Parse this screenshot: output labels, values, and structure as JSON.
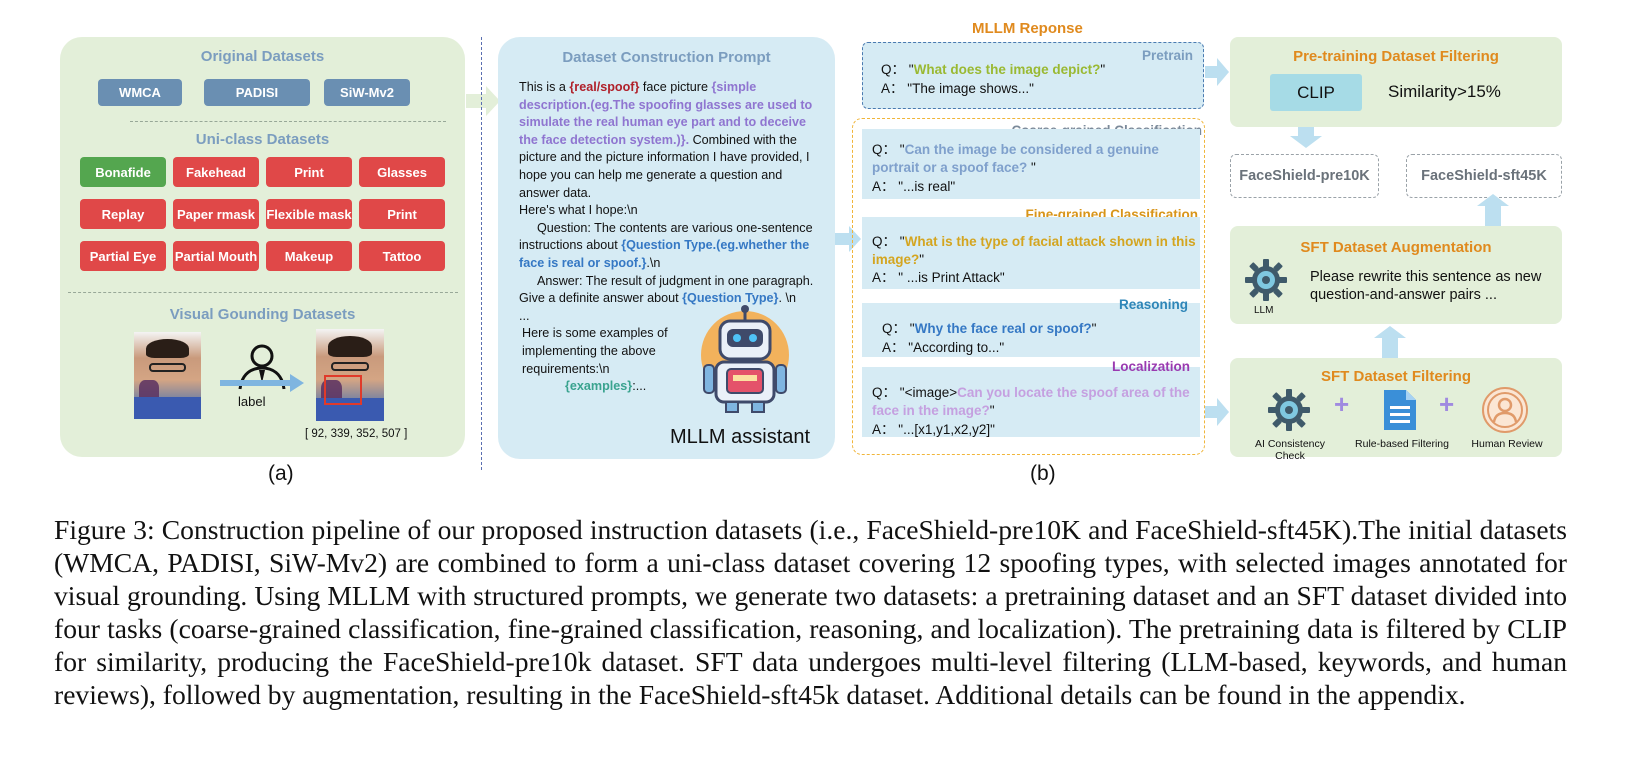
{
  "panel_a": {
    "original_title": "Original Datasets",
    "original_datasets": [
      "WMCA",
      "PADISI",
      "SiW-Mv2"
    ],
    "uni_title": "Uni-class Datasets",
    "uni_classes": [
      [
        "Bonafide",
        "Fakehead",
        "Print",
        "Glasses"
      ],
      [
        "Replay",
        "Paper rmask",
        "Flexible mask",
        "Print"
      ],
      [
        "Partial Eye",
        "Partial Mouth",
        "Makeup",
        "Tattoo"
      ]
    ],
    "grounding_title": "Visual Gounding Datasets",
    "arrow_label": "label",
    "bbox_text": "[ 92, 339, 352, 507 ]",
    "label": "(a)"
  },
  "prompt": {
    "title": "Dataset Construction Prompt",
    "line_1_prefix": "This is a ",
    "line_1_tag": "{real/spoof}",
    "line_1_mid": " face picture ",
    "line_1_desc": "{simple description.(eg.The spoofing glasses are used to simulate the real human eye part and to deceive the face detection system.)}.",
    "line_2": " Combined with the picture and the picture information I have provided, I hope you can help me generate a question and answer data.",
    "line_3": "Here's what I hope:\\n",
    "line_4": "Question: The contents are various one-sentence instructions about ",
    "line_4_type": "{Question Type.(eg.whether the face is real or spoof.}",
    "line_4_end": ".\\n",
    "line_5": "Answer: The result of judgment in one paragraph. Give a definite answer about ",
    "line_5_type": "{Question Type}",
    "line_5_end": ". \\n",
    "ellipsis": "...",
    "line_6": "Here is some examples of implementing the above requirements:\\n",
    "examples": "{examples}",
    "examples_end": ":...",
    "assistant_label": "MLLM assistant"
  },
  "panel_b": {
    "title": "MLLM Reponse",
    "pretrain": {
      "label": "Pretrain",
      "q_prefix": "Q：",
      "q_open": "\"",
      "q": "What does the image depict?",
      "q_close": "\"",
      "a_prefix": "A：",
      "a": "\"The image shows...\""
    },
    "coarse": {
      "label": "Coarse-grained Classification",
      "q_prefix": "Q：",
      "q_open": "\"",
      "q": "Can the image be considered a genuine portrait or a spoof face?",
      "q_close": " \"",
      "a_prefix": "A：",
      "a": "\"...is real\""
    },
    "fine": {
      "label": "Fine-grained Classification",
      "q_prefix": "Q：",
      "q_open": "\"",
      "q": "What is the type of facial attack shown in this image?",
      "q_close": "\"",
      "a_prefix": "A：",
      "a": "\" ...is Print Attack\""
    },
    "reasoning": {
      "label": "Reasoning",
      "q_prefix": "Q：",
      "q_open": "\"",
      "q": "Why the face  real or spoof?",
      "q_close": "\"",
      "a_prefix": "A：",
      "a": "\"According to...\""
    },
    "localization": {
      "label": "Localization",
      "q_prefix": "Q：",
      "q_open": "\"<image>",
      "q": "Can you locate the spoof area of the face in the image?",
      "q_close": "\"",
      "a_prefix": "A：",
      "a": "\"...[x1,y1,x2,y2]\""
    },
    "label": "(b)"
  },
  "right": {
    "pretrain_filter_title": "Pre-training Dataset Filtering",
    "clip": "CLIP",
    "similarity": "Similarity>15%",
    "pre10k": "FaceShield-pre10K",
    "sft45k": "FaceShield-sft45K",
    "aug_title": "SFT Dataset Augmentation",
    "aug_text": "Please rewrite this sentence as new question-and-answer pairs ...",
    "llm_label": "LLM",
    "filter_title": "SFT Dataset Filtering",
    "filters": [
      "AI Consistency Check",
      "Rule-based Filtering",
      "Human Review"
    ],
    "plus": "+"
  },
  "caption": "Figure 3: Construction pipeline of our proposed instruction datasets (i.e., FaceShield-pre10K and FaceShield-sft45K).The initial datasets (WMCA, PADISI, SiW-Mv2) are combined to form a uni-class dataset covering 12 spoofing types, with selected images annotated for visual grounding. Using MLLM with structured prompts, we generate two datasets: a pretraining dataset and an SFT dataset divided into four tasks (coarse-grained classification, fine-grained classification, reasoning, and localization). The pretraining data is filtered by CLIP for similarity, producing the FaceShield-pre10k dataset. SFT data undergoes multi-level filtering (LLM-based, keywords, and human reviews), followed by augmentation, resulting in the FaceShield-sft45k dataset. Additional details can be found in the appendix.",
  "colors": {
    "green_panel": "#e3efd9",
    "blue_panel": "#d6ebf4",
    "chip_blue": "#6a8fb2",
    "chip_red": "#e04848",
    "chip_green": "#54a64f",
    "orange": "#e08a1e"
  }
}
